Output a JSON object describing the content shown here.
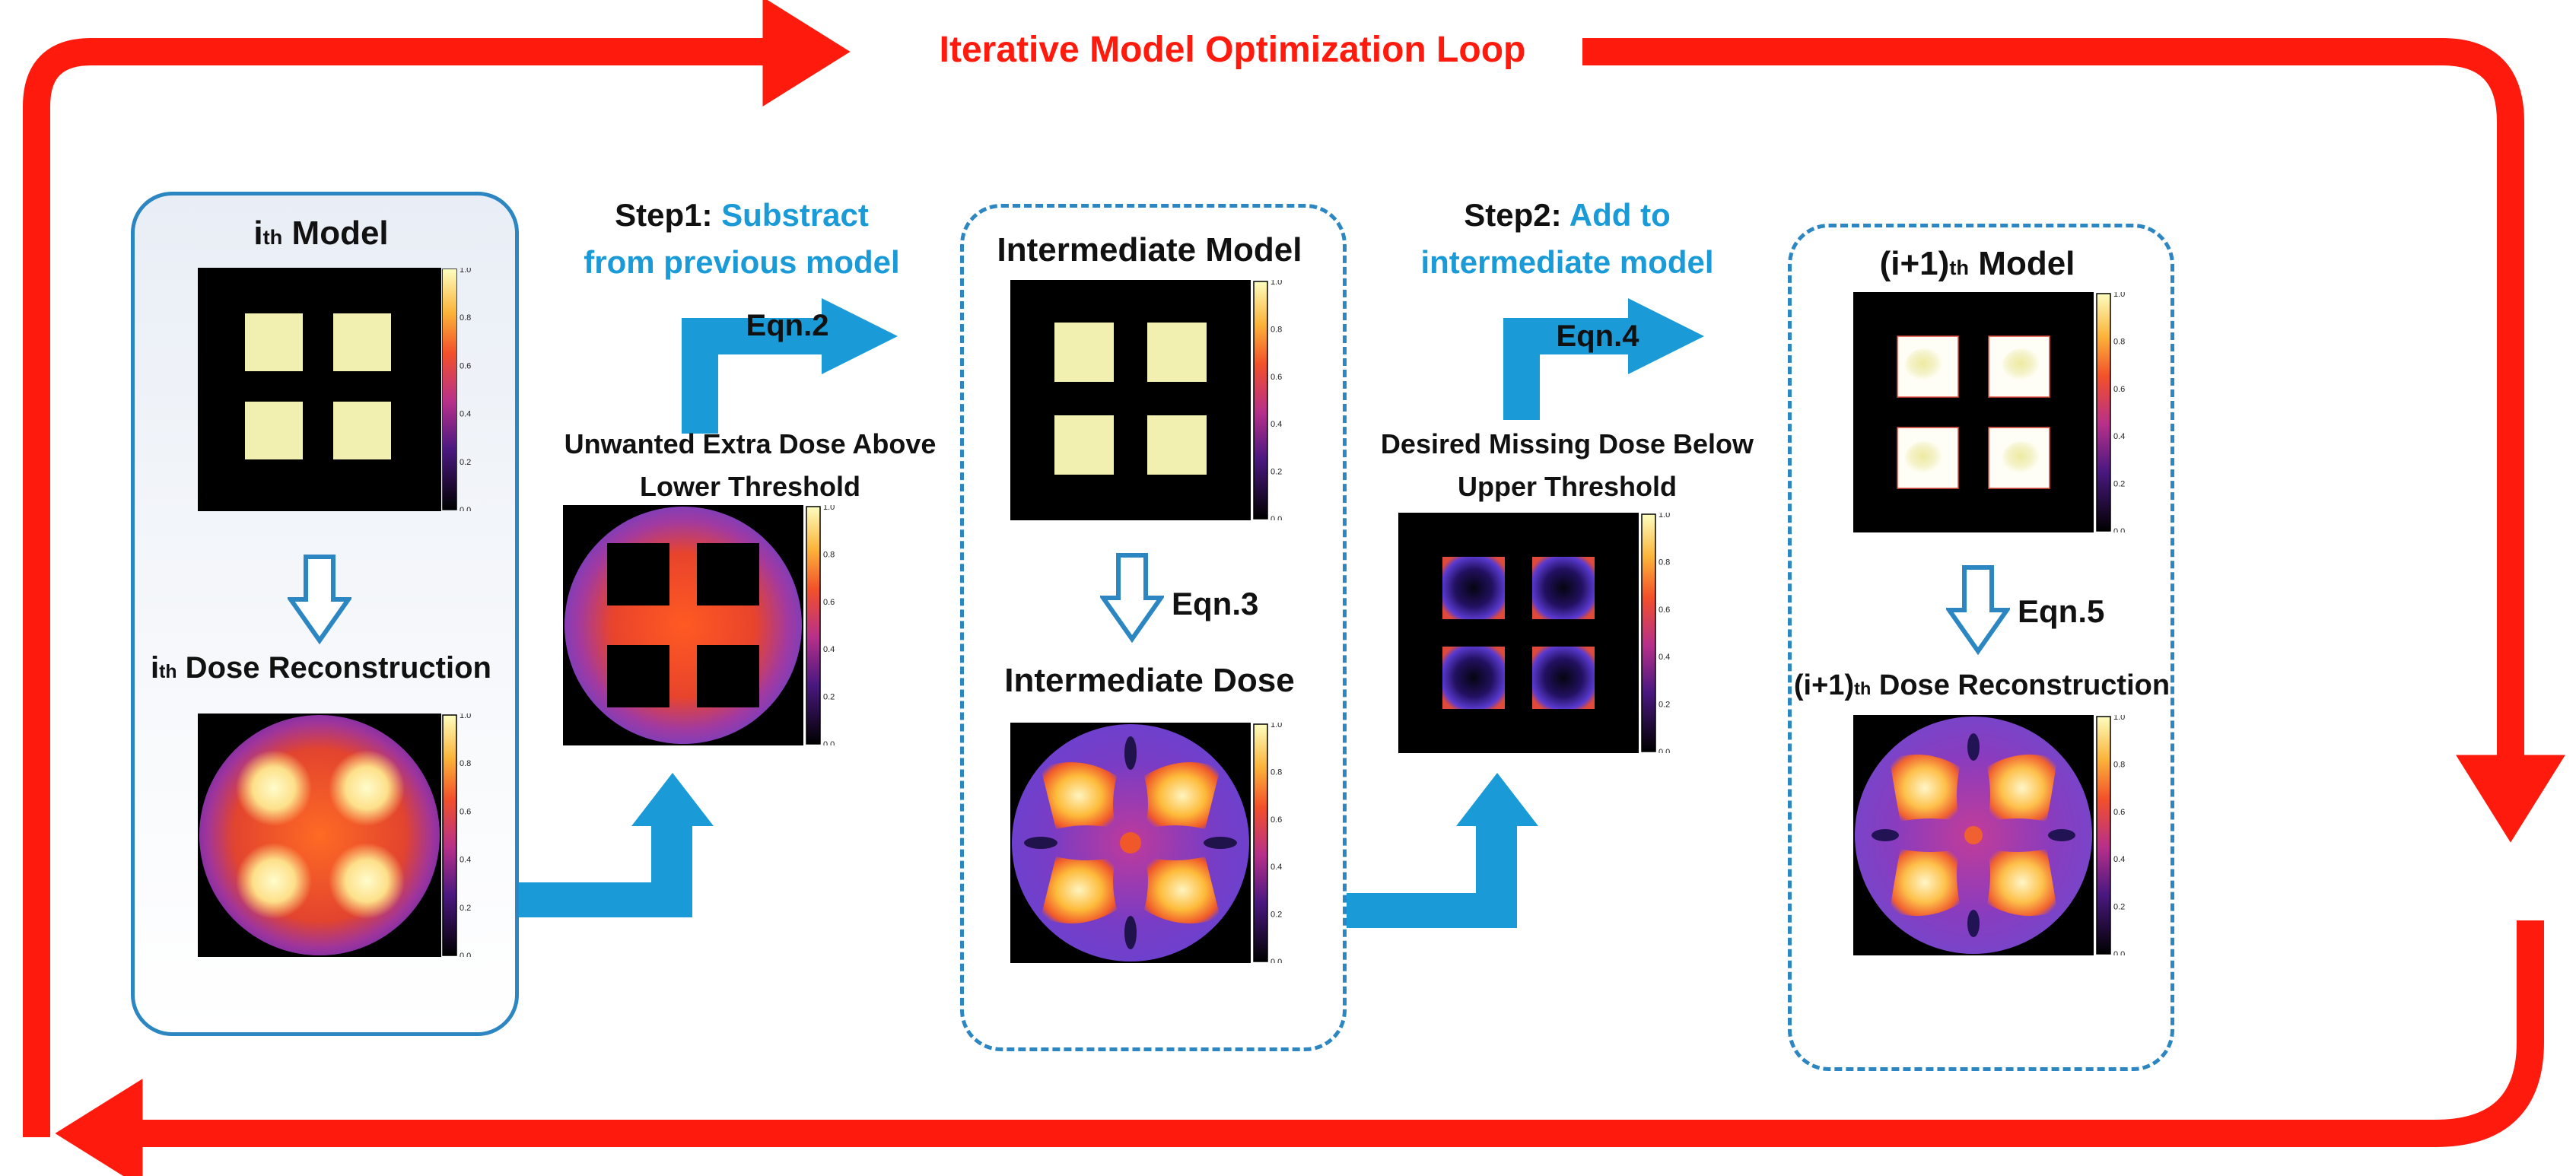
{
  "title": "Iterative Model Optimization Loop",
  "colors": {
    "loop": "#ff1a0e",
    "accent": "#1a9ad6",
    "panel_border": "#2b86c2"
  },
  "panels": {
    "ith": {
      "model_title_main": "i",
      "model_title_sub": "th",
      "model_title_rest": " Model",
      "dose_title_main": "i",
      "dose_title_sub": "th",
      "dose_title_rest": " Dose Reconstruction"
    },
    "intermediate": {
      "model_title": "Intermediate Model",
      "dose_title": "Intermediate Dose",
      "eqn": "Eqn.3"
    },
    "next": {
      "model_title_pre": "(i+1)",
      "model_title_sub": "th",
      "model_title_rest": " Model",
      "dose_title_pre": "(i+1)",
      "dose_title_sub": "th",
      "dose_title_rest": " Dose Reconstruction",
      "eqn": "Eqn.5"
    }
  },
  "steps": {
    "step1": {
      "label": "Step1:",
      "text_line1": "Substract",
      "text_line2": "from previous model",
      "eqn": "Eqn.2",
      "caption_line1": "Unwanted Extra Dose Above",
      "caption_line2": "Lower Threshold"
    },
    "step2": {
      "label": "Step2:",
      "text_line1": "Add to",
      "text_line2": "intermediate model",
      "eqn": "Eqn.4",
      "caption_line1": "Desired Missing Dose Below",
      "caption_line2": "Upper Threshold"
    }
  },
  "colorbars": {
    "unit_ticks": [
      "1.0",
      "0.8",
      "0.6",
      "0.4",
      "0.2",
      "0.0"
    ],
    "intermediate_dose_ticks": [
      "1.0",
      "0.8",
      "0.6",
      "0.4",
      "0.2",
      "0.0"
    ]
  },
  "icons": [
    "hollow-down-arrow-icon",
    "bent-right-arrow-icon",
    "loop-arrow-icon"
  ]
}
